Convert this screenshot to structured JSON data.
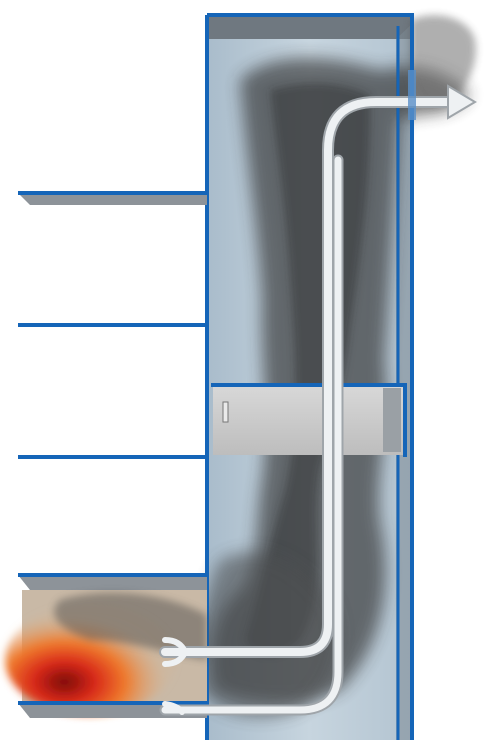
{
  "diagram": {
    "subject": "smoke-flow-through-shaft",
    "colors": {
      "structure_blue": "#1565b8",
      "shaft_fill": "#b9c9d6",
      "duct_fill": "#c9c9c9",
      "arrow_fill": "#eef1f3",
      "smoke": "#2a2a2a",
      "fire_orange": "#e85a1e",
      "fire_red": "#c01812",
      "slab_grey": "#8d9399"
    },
    "elements": {
      "floors": [
        "upper-floor-slab",
        "middle-floor-slab",
        "lower-floor-slab"
      ],
      "fire_room": "fire-room",
      "shaft": "vertical-smoke-shaft",
      "damper": "transfer-duct",
      "exit": "roof-outlet-arrow"
    }
  }
}
